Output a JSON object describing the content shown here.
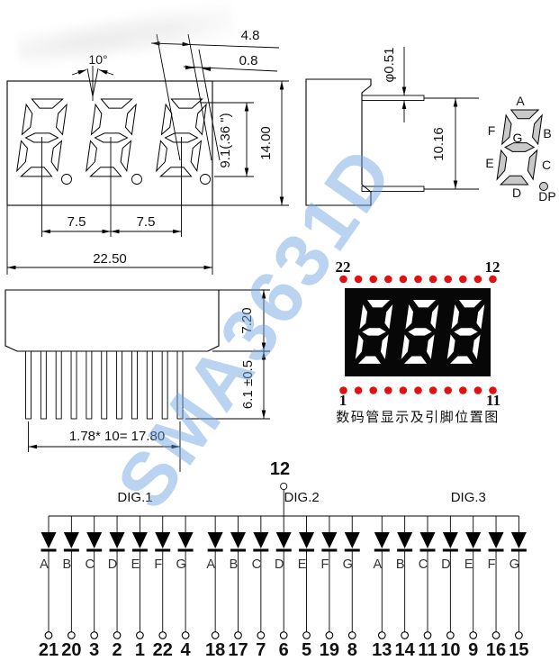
{
  "watermark": {
    "text": "SMA3631D"
  },
  "front_view": {
    "angle": "10°",
    "dim_a": "4.8",
    "dim_b": "0.8",
    "dim_digit_height": "9.1(.36 \")",
    "dim_overall_height": "14.00",
    "dim_pitch_1": "7.5",
    "dim_pitch_2": "7.5",
    "dim_overall_width": "22.50"
  },
  "side_view": {
    "dim_pin_diameter": "φ0.51",
    "dim_pin_row_pitch": "10.16"
  },
  "segment_diagram": {
    "labels": {
      "a": "A",
      "f": "F",
      "b": "B",
      "g": "G",
      "e": "E",
      "c": "C",
      "d": "D",
      "dp": "DP"
    }
  },
  "display_figure": {
    "pin_top_left": "22",
    "pin_top_right": "12",
    "pin_bottom_left": "1",
    "pin_bottom_right": "11",
    "dots_per_row": 11,
    "dot_color": "#e01111",
    "caption": "数码管显示及引脚位置图"
  },
  "pin_row_view": {
    "pin_count": 11,
    "dim_body_height": "7.20",
    "dim_pin_length": "6.1 ±0.5",
    "dim_pin_pitch_total": "1.78* 10= 17.80"
  },
  "schematic": {
    "common_pin": "12",
    "groups": [
      {
        "label": "DIG.1",
        "segments": [
          "A",
          "B",
          "C",
          "D",
          "E",
          "F",
          "G"
        ],
        "pins": [
          "21",
          "20",
          "3",
          "2",
          "1",
          "22",
          "4"
        ]
      },
      {
        "label": "DIG.2",
        "segments": [
          "A",
          "B",
          "C",
          "D",
          "E",
          "F",
          "G"
        ],
        "pins": [
          "18",
          "17",
          "7",
          "6",
          "5",
          "19",
          "8"
        ]
      },
      {
        "label": "DIG.3",
        "segments": [
          "A",
          "B",
          "C",
          "D",
          "E",
          "F",
          "G"
        ],
        "pins": [
          "13",
          "14",
          "11",
          "10",
          "9",
          "16",
          "15"
        ]
      }
    ]
  }
}
